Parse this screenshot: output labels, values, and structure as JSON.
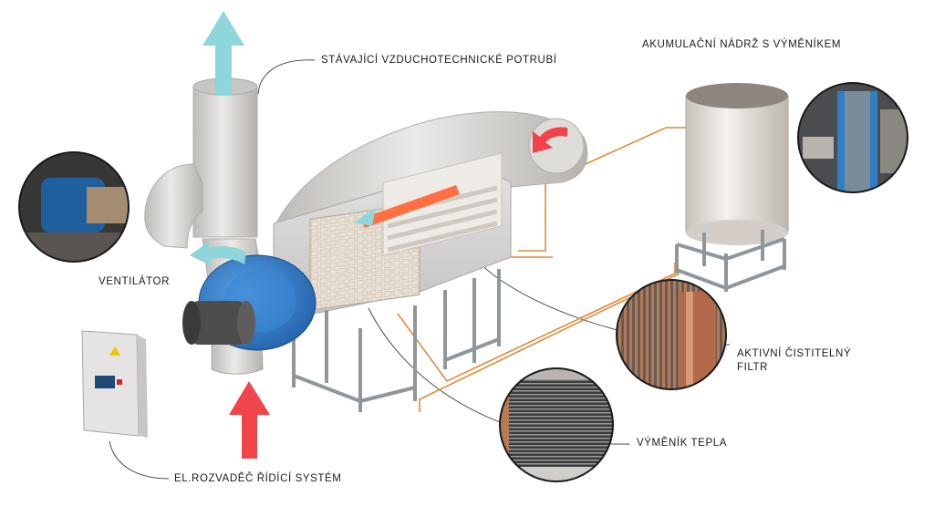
{
  "labels": {
    "existing_duct": "STÁVAJÍCÍ VZDUCHOTECHNICKÉ POTRUBÍ",
    "storage_tank": "AKUMULAČNÍ NÁDRŽ S VÝMĚNÍKEM",
    "fan": "VENTILÁTOR",
    "active_filter": "AKTIVNÍ ČISTITELNÝ\nFILTR",
    "heat_exchanger": "VÝMĚNÍK TEPLA",
    "control_cabinet": "EL.ROZVADĚČ ŘÍDÍCÍ SYSTÉM"
  },
  "colors": {
    "hot_air_arrow": "#f0434a",
    "cold_air_arrow": "#8fd6dc",
    "fan_housing": "#2d78c8",
    "copper_pipe": "#e0893a",
    "duct": "#d6d4d2",
    "frame": "#8f969c"
  }
}
